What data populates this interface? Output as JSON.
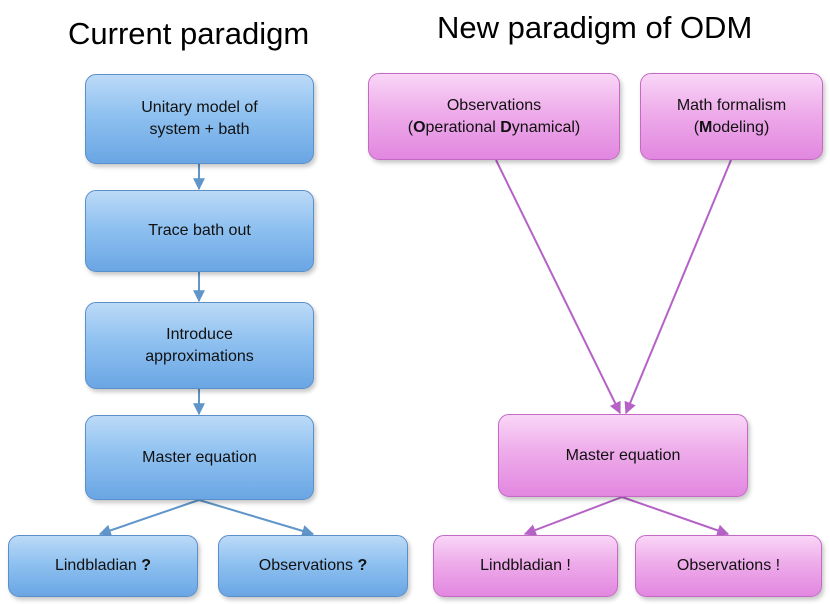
{
  "titles": {
    "left": "Current paradigm",
    "right": "New paradigm of ODM"
  },
  "current": {
    "unitary": [
      "Unitary model of",
      "system + bath"
    ],
    "trace": "Trace bath out",
    "approx": [
      "Introduce",
      "approximations"
    ],
    "master": "Master equation",
    "lindbladian": {
      "text": "Lindbladian ",
      "mark": "?"
    },
    "observations": {
      "text": "Observations ",
      "mark": "?"
    }
  },
  "odm": {
    "observations": {
      "line1": "Observations",
      "line2": {
        "p1": "(",
        "b1": "O",
        "p2": "perational ",
        "b2": "D",
        "p3": "ynamical)"
      }
    },
    "math": {
      "line1": "Math formalism",
      "line2": {
        "p1": "(",
        "b1": "M",
        "p2": "odeling)"
      }
    },
    "master": "Master equation",
    "lindbladian": "Lindbladian !",
    "observations_result": "Observations !"
  },
  "colors": {
    "blue_arrow": "#5f95c9",
    "pink_arrow": "#b561c6"
  }
}
